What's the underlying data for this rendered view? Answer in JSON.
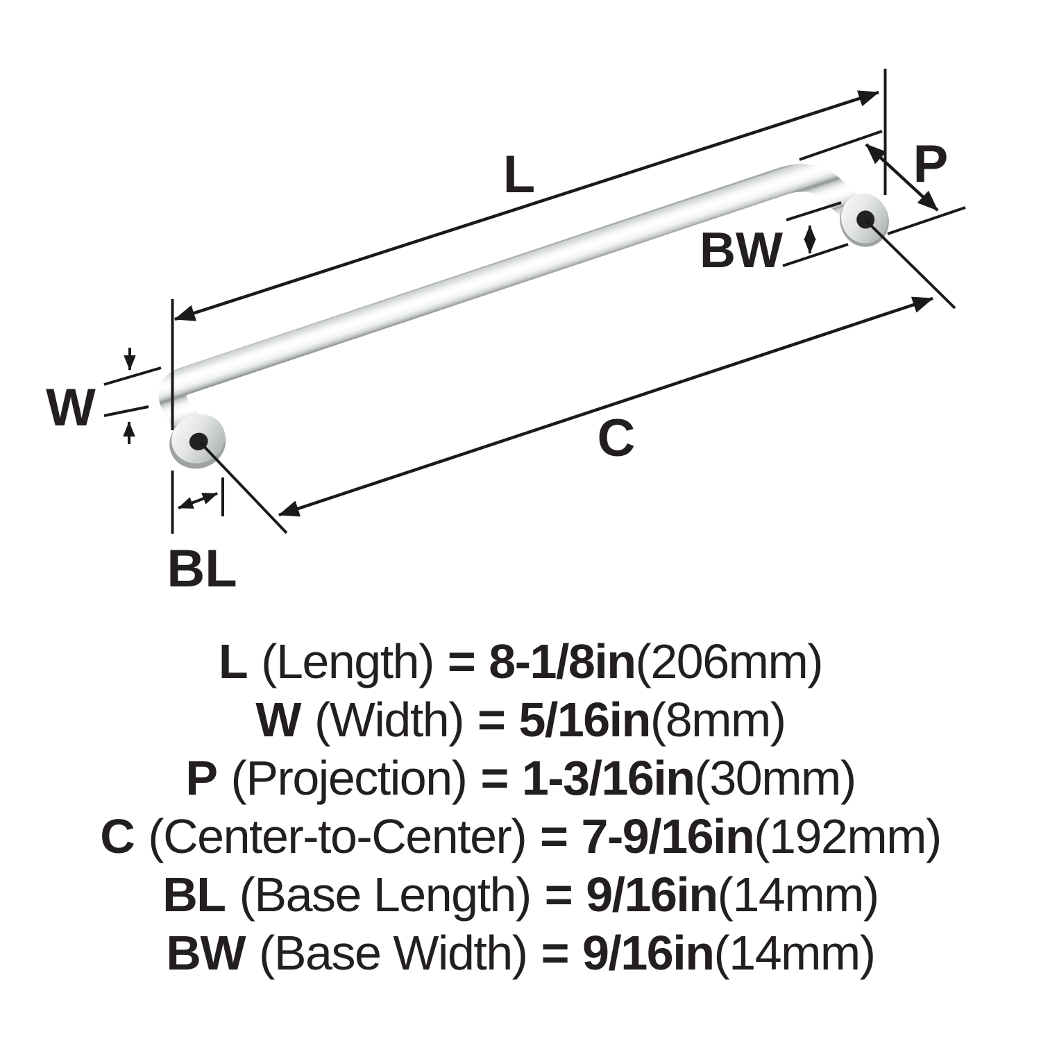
{
  "diagram": {
    "labels": {
      "length": "L",
      "width": "W",
      "projection": "P",
      "center_to_center": "C",
      "base_length": "BL",
      "base_width": "BW"
    }
  },
  "specs": [
    {
      "sym": "L",
      "name": "(Length)",
      "eq": "=",
      "value": "8-1/8in",
      "metric": "(206mm)"
    },
    {
      "sym": "W",
      "name": "(Width)",
      "eq": "=",
      "value": "5/16in",
      "metric": "(8mm)"
    },
    {
      "sym": "P",
      "name": "(Projection)",
      "eq": "=",
      "value": "1-3/16in",
      "metric": "(30mm)"
    },
    {
      "sym": "C",
      "name": "(Center-to-Center)",
      "eq": "=",
      "value": "7-9/16in",
      "metric": "(192mm)"
    },
    {
      "sym": "BL",
      "name": "(Base Length)",
      "eq": "=",
      "value": "9/16in",
      "metric": "(14mm)"
    },
    {
      "sym": "BW",
      "name": "(Base Width)",
      "eq": "=",
      "value": "9/16in",
      "metric": "(14mm)"
    }
  ],
  "colors": {
    "ink": "#231f20",
    "line": "#1a1a1a",
    "metal_highlight": "#ffffff",
    "metal_mid": "#c6cac9",
    "metal_shadow": "#8f9493"
  }
}
